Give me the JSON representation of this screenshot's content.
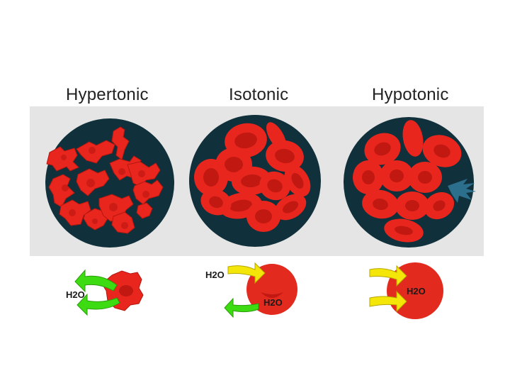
{
  "panels": [
    {
      "title": "Hypertonic",
      "water_label": "H2O"
    },
    {
      "title": "Isotonic",
      "water_label_in": "H2O",
      "water_label_out": "H2O"
    },
    {
      "title": "Hypotonic",
      "water_label": "H2O"
    }
  ],
  "colors": {
    "dish": "#10303b",
    "cell": "#e8261e",
    "cell_dark": "#c11812",
    "panel_bg": "#e5e5e5",
    "arrow_out": "#3ddc12",
    "arrow_in": "#f5e60a",
    "burst": "#2c6f8c"
  }
}
